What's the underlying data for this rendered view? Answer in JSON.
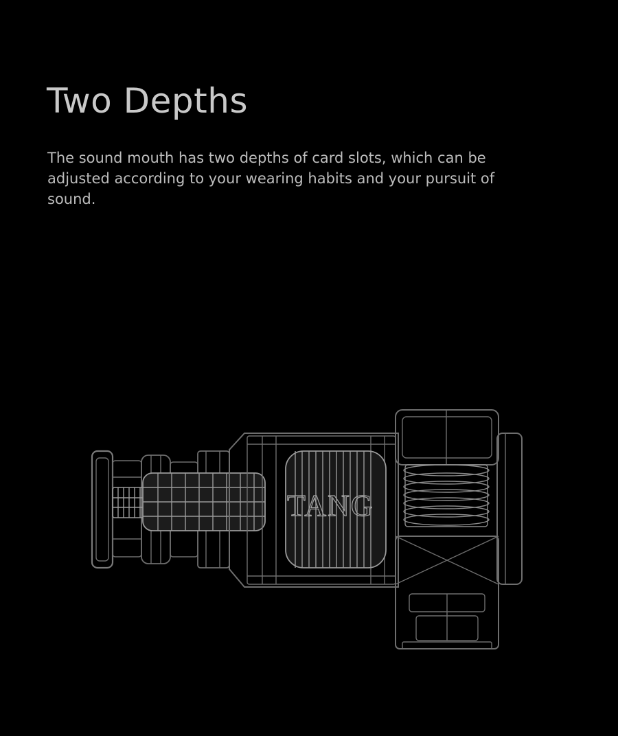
{
  "section": {
    "title": "Two Depths",
    "description": "The sound mouth has two depths of card slots, which can be adjusted according to your wearing habits and your pursuit of sound."
  },
  "illustration": {
    "engraving": "TANG",
    "line_color": "#6e6e6e",
    "highlight_color": "#9a9a9a"
  }
}
